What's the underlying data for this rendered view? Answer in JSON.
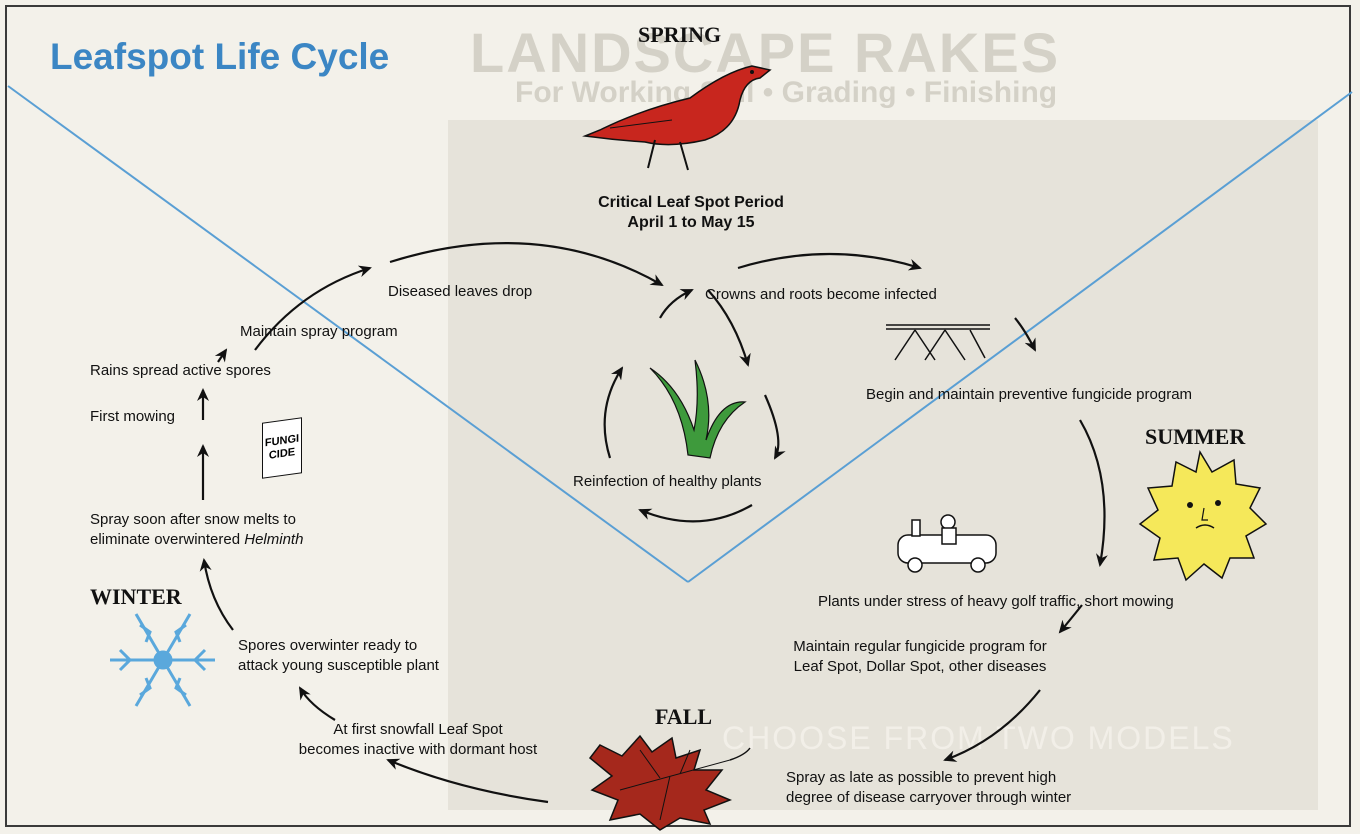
{
  "diagram": {
    "title": "Leafspot Life Cycle",
    "seasons": {
      "spring": "SPRING",
      "summer": "SUMMER",
      "fall": "FALL",
      "winter": "WINTER"
    },
    "critical_period": {
      "line1": "Critical Leaf Spot Period",
      "line2": "April 1 to May 15"
    },
    "inner_cycle": {
      "diseased_leaves": "Diseased leaves drop",
      "crowns_roots": "Crowns and roots become infected",
      "reinfection": "Reinfection of healthy plants"
    },
    "spring_steps": {
      "maintain_spray": "Maintain spray program",
      "rains_spread": "Rains spread active spores",
      "first_mowing": "First mowing",
      "spray_soon_line1": "Spray soon after snow melts to",
      "spray_soon_line2_prefix": "eliminate overwintered ",
      "spray_soon_line2_italic": "Helminth"
    },
    "summer_steps": {
      "preventive": "Begin and maintain preventive fungicide program",
      "stress": "Plants under stress of heavy golf traffic, short mowing",
      "regular_line1": "Maintain regular fungicide program for",
      "regular_line2": "Leaf Spot, Dollar Spot, other diseases"
    },
    "fall_steps": {
      "late_spray_line1": "Spray as late as possible to prevent high",
      "late_spray_line2": "degree of disease carryover through winter"
    },
    "winter_steps": {
      "snowfall_line1": "At first snowfall Leaf Spot",
      "snowfall_line2": "becomes inactive with dormant host",
      "overwinter_line1": "Spores overwinter ready to",
      "overwinter_line2": "attack young susceptible plant"
    },
    "fungicide_box": {
      "line1": "FUNGI",
      "line2": "CIDE"
    },
    "colors": {
      "title": "#3b86c4",
      "guide_line": "#5a9fd4",
      "bird": "#c8261e",
      "leaf": "#a5281c",
      "sun": "#f5e85a",
      "snowflake": "#5aa8dc",
      "grass": "#3e9a3c"
    },
    "icons": [
      "bird-icon",
      "sun-icon",
      "leaf-icon",
      "snowflake-icon",
      "grass-icon",
      "sprayer-icon",
      "golf-cart-icon",
      "fungicide-box-icon"
    ]
  }
}
